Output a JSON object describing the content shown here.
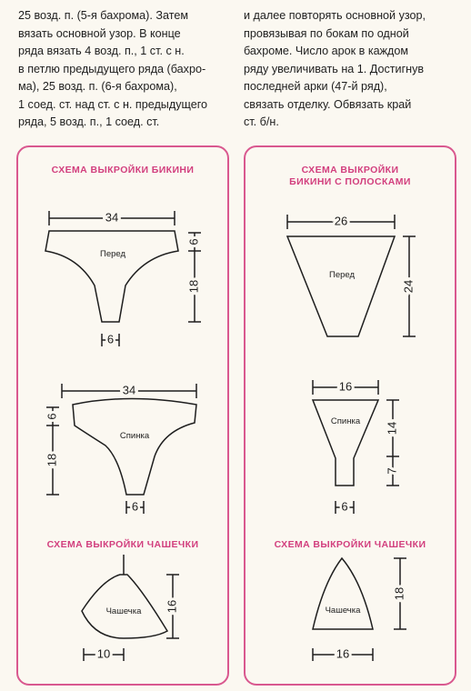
{
  "text_left": [
    "25 возд. п. (5-я бахрома). Затем",
    "вязать основной узор. В конце",
    "ряда вязать 4 возд. п., 1 ст. с н.",
    "в петлю предыдущего ряда (бахро-",
    "ма), 25 возд. п. (6-я бахрома),",
    "1 соед. ст. над ст. с н. предыдущего",
    "ряда, 5 возд. п., 1 соед. ст."
  ],
  "text_right": [
    "и далее повторять основной узор,",
    "провязывая по бокам по одной",
    "бахроме. Число арок в каждом",
    "ряду увеличивать на 1. Достигнув",
    "последней арки (47-й ряд),",
    "связать отделку. Обвязать край",
    "ст. б/н."
  ],
  "colors": {
    "accent": "#d23f7e",
    "frame": "#d9588f",
    "ink": "#1e1e1e"
  },
  "panel_left": {
    "title": "СХЕМА ВЫКРОЙКИ БИКИНИ",
    "front": {
      "label": "Перед",
      "width": "34",
      "height_top": "6",
      "height_body": "18",
      "bottom": "6"
    },
    "back": {
      "label": "Спинка",
      "width": "34",
      "height_top": "6",
      "height_body": "18",
      "bottom": "6"
    },
    "cup_title": "СХЕМА ВЫКРОЙКИ ЧАШЕЧКИ",
    "cup": {
      "label": "Чашечка",
      "height": "16",
      "half_width": "10"
    }
  },
  "panel_right": {
    "title_line1": "СХЕМА ВЫКРОЙКИ",
    "title_line2": "БИКИНИ С ПОЛОСКАМИ",
    "front": {
      "label": "Перед",
      "width": "26",
      "height": "24"
    },
    "back": {
      "label": "Спинка",
      "width": "16",
      "height_top": "14",
      "height_bottom": "7",
      "bottom": "6"
    },
    "cup_title": "СХЕМА ВЫКРОЙКИ ЧАШЕЧКИ",
    "cup": {
      "label": "Чашечка",
      "height": "18",
      "width": "16"
    }
  }
}
